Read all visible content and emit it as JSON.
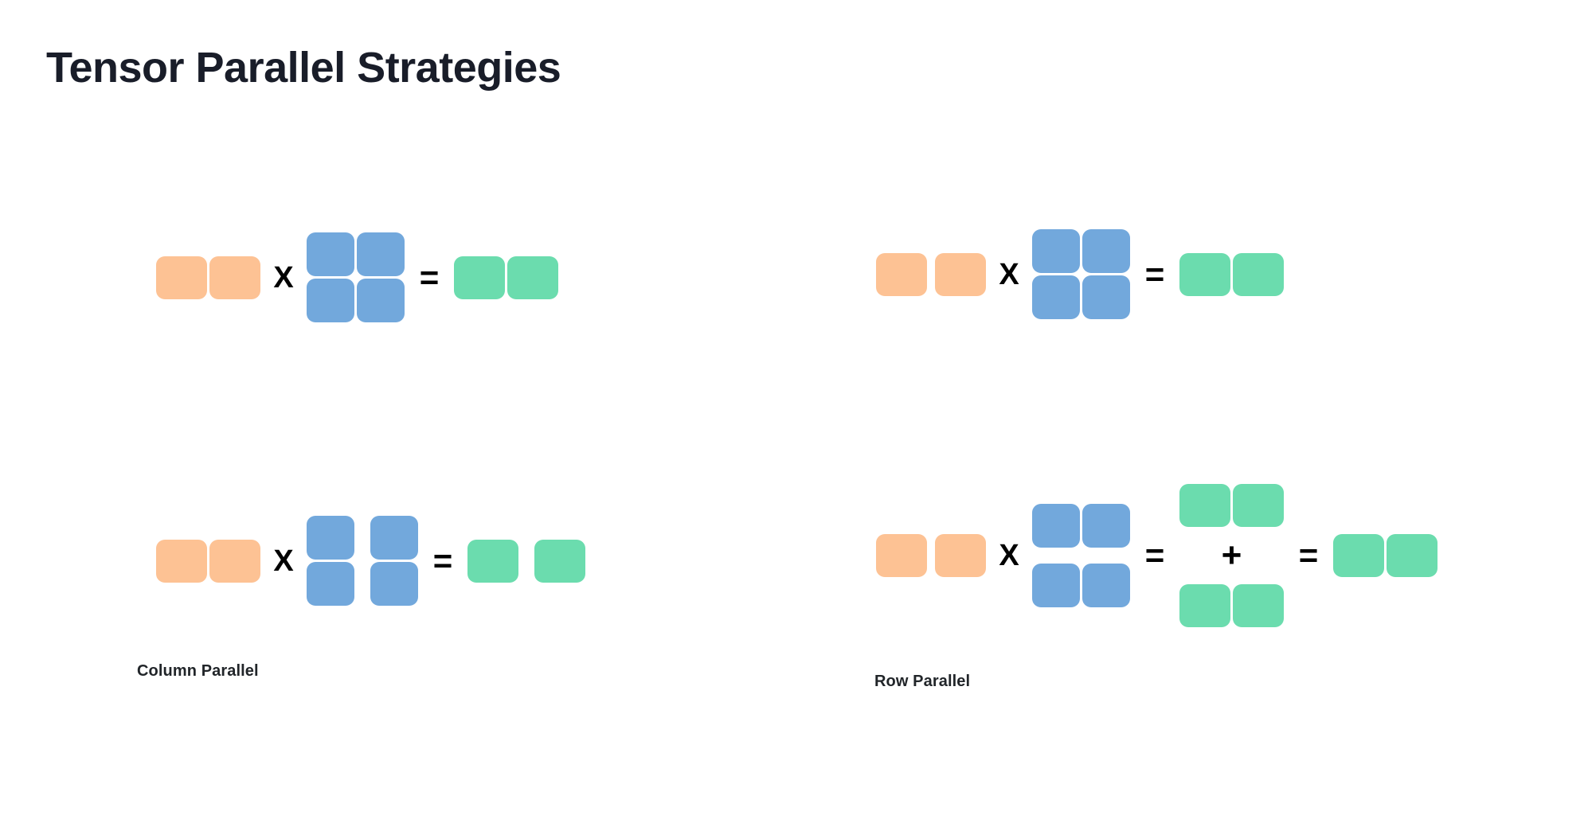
{
  "page": {
    "title": "Tensor Parallel Strategies",
    "background_color": "#ffffff",
    "title_color": "#191d29"
  },
  "palette": {
    "input_activation_orange": "#fdc294",
    "weight_matrix_blue": "#72a8dc",
    "output_activation_green": "#6bdcae",
    "operator_black": "#000000",
    "caption_color": "#212529"
  },
  "operators": {
    "times": "X",
    "equals": "=",
    "plus": "+"
  },
  "captions": {
    "column_parallel": "Column Parallel",
    "row_parallel": "Row Parallel"
  },
  "diagrams": [
    {
      "id": "column-parallel-unsharded",
      "caption": "",
      "position": "top-left",
      "description": "Full matrix multiply before column sharding",
      "operands": [
        {
          "role": "input",
          "color": "orange",
          "rows": 1,
          "cols": 2,
          "split": "none"
        },
        {
          "role": "weight",
          "color": "blue",
          "rows": 2,
          "cols": 2,
          "split": "none"
        },
        {
          "role": "output",
          "color": "green",
          "rows": 1,
          "cols": 2,
          "split": "none"
        }
      ]
    },
    {
      "id": "column-parallel-sharded",
      "caption": "Column Parallel",
      "position": "bottom-left",
      "description": "Weight matrix split by columns; output activations split by columns",
      "operands": [
        {
          "role": "input",
          "color": "orange",
          "rows": 1,
          "cols": 2,
          "split": "none"
        },
        {
          "role": "weight",
          "color": "blue",
          "rows": 2,
          "cols": 2,
          "split": "columns"
        },
        {
          "role": "output",
          "color": "green",
          "rows": 1,
          "cols": 2,
          "split": "columns"
        }
      ]
    },
    {
      "id": "row-parallel-unsharded",
      "caption": "",
      "position": "top-right",
      "description": "Full matrix multiply before row sharding",
      "operands": [
        {
          "role": "input",
          "color": "orange",
          "rows": 1,
          "cols": 2,
          "split": "columns"
        },
        {
          "role": "weight",
          "color": "blue",
          "rows": 2,
          "cols": 2,
          "split": "none"
        },
        {
          "role": "output",
          "color": "green",
          "rows": 1,
          "cols": 2,
          "split": "none"
        }
      ]
    },
    {
      "id": "row-parallel-sharded",
      "caption": "Row Parallel",
      "position": "bottom-right",
      "description": "Weight matrix split by rows; partial output activations summed to give final result",
      "operands": [
        {
          "role": "input",
          "color": "orange",
          "rows": 1,
          "cols": 2,
          "split": "columns"
        },
        {
          "role": "weight",
          "color": "blue",
          "rows": 2,
          "cols": 2,
          "split": "rows"
        },
        {
          "role": "partial-output-1",
          "color": "green",
          "rows": 1,
          "cols": 2,
          "split": "none"
        },
        {
          "role": "partial-output-2",
          "color": "green",
          "rows": 1,
          "cols": 2,
          "split": "none"
        },
        {
          "role": "output",
          "color": "green",
          "rows": 1,
          "cols": 2,
          "split": "none"
        }
      ]
    }
  ]
}
